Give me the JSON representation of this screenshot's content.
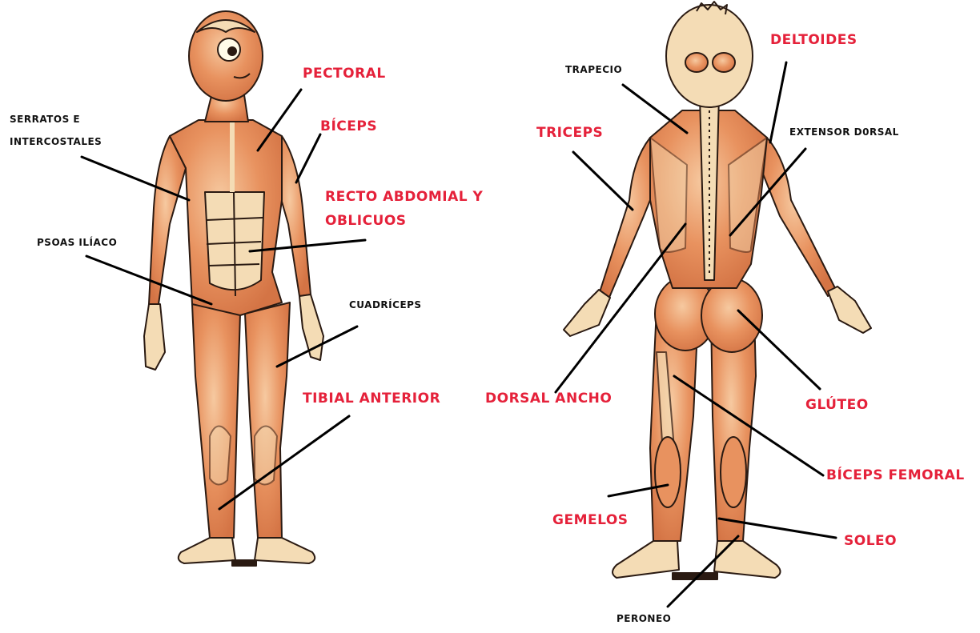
{
  "colors": {
    "red_label": "#e5213a",
    "black_label": "#111111",
    "muscle": "#e38a5c",
    "muscle_highlight": "#f6c9a0",
    "tendon": "#f4dcb5",
    "outline": "#2a1a12"
  },
  "figures": {
    "front": "front-muscle-figure",
    "back": "back-muscle-figure"
  },
  "labels": {
    "pectoral": "PECTORAL",
    "biceps": "BÍCEPS",
    "serratos": "SERRATOS E",
    "intercostales": "INTERCOSTALES",
    "recto_1": "RECTO ABDOMIAL Y",
    "recto_2": "OBLICUOS",
    "psoas": "PSOAS ILÍACO",
    "cuadriceps": "CUADRÍCEPS",
    "tibial": "TIBIAL ANTERIOR",
    "trapecio": "TRAPECIO",
    "deltoides": "DELTOIDES",
    "triceps": "TRICEPS",
    "extensor": "EXTENSOR D0RSAL",
    "dorsal_ancho": "DORSAL ANCHO",
    "gluteo": "GLÚTEO",
    "biceps_femoral": "BÍCEPS FEMORAL",
    "gemelos": "GEMELOS",
    "soleo": "SOLEO",
    "peroneo": "PERONEO"
  }
}
